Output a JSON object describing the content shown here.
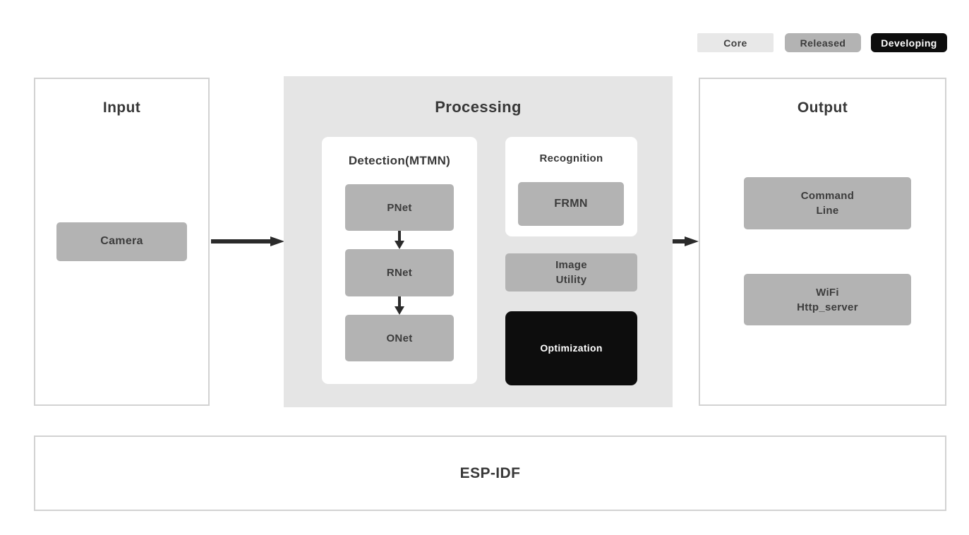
{
  "palette": {
    "core": "#e8e8e8",
    "released": "#b3b3b3",
    "developing": "#0d0d0d",
    "surface": "#ffffff",
    "border": "#d2d2d2",
    "text": "#3a3a3a",
    "arrow": "#2b2b2b"
  },
  "legend": {
    "core_label": "Core",
    "released_label": "Released",
    "developing_label": "Developing"
  },
  "input": {
    "title": "Input",
    "camera_label": "Camera"
  },
  "processing": {
    "title": "Processing",
    "detection": {
      "title": "Detection(MTMN)",
      "pnet_label": "PNet",
      "rnet_label": "RNet",
      "onet_label": "ONet"
    },
    "recognition": {
      "title": "Recognition",
      "frmn_label": "FRMN"
    },
    "image_utility_label": "Image\nUtility",
    "optimization_label": "Optimization"
  },
  "output": {
    "title": "Output",
    "command_line_label": "Command\nLine",
    "wifi_label": "WiFi\nHttp_server"
  },
  "foundation": {
    "title": "ESP-IDF"
  }
}
